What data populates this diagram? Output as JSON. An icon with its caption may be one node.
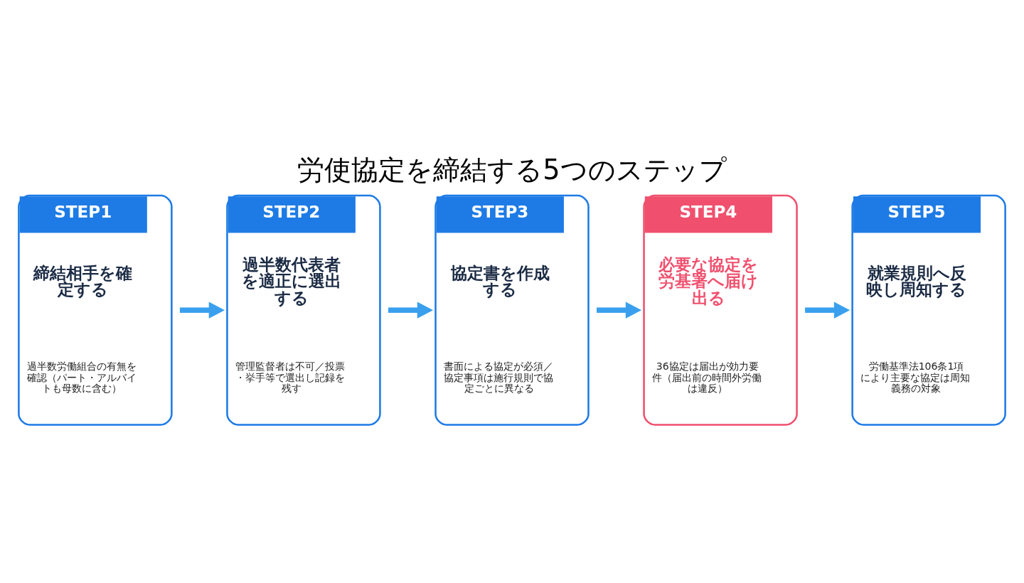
{
  "diagram": {
    "title": "労使協定を締結する5つのステップ",
    "nodes": [
      {
        "text": [
          "STEP1",
          "締結相手を確定する",
          "過半数労働組合の有無を確認（パート・アルバイトも母数に含む）"
        ]
      },
      {
        "text": [
          "STEP2",
          "過半数代表者を適正に選出する",
          "管理監督者は不可／投票・挙手等で選出し記録を残す"
        ]
      },
      {
        "text": [
          "STEP3",
          "協定書を作成する",
          "書面による協定が必須／協定事項は施行規則で協定ごとに異なる"
        ]
      },
      {
        "text": [
          "STEP4",
          "必要な協定を労基署へ届け出る",
          "36協定は届出が効力要件（届出前の時間外労働は違反）"
        ]
      },
      {
        "text": [
          "STEP5",
          "就業規則へ反映し周知する",
          "労働基準法106条1項により主要な協定は周知義務の対象"
        ]
      }
    ],
    "edges": [
      {
        "from": 0,
        "to": 1,
        "arrow": "to"
      },
      {
        "from": 1,
        "to": 2,
        "arrow": "to"
      },
      {
        "from": 2,
        "to": 3,
        "arrow": "to"
      },
      {
        "from": 3,
        "to": 4,
        "arrow": "to"
      }
    ]
  }
}
